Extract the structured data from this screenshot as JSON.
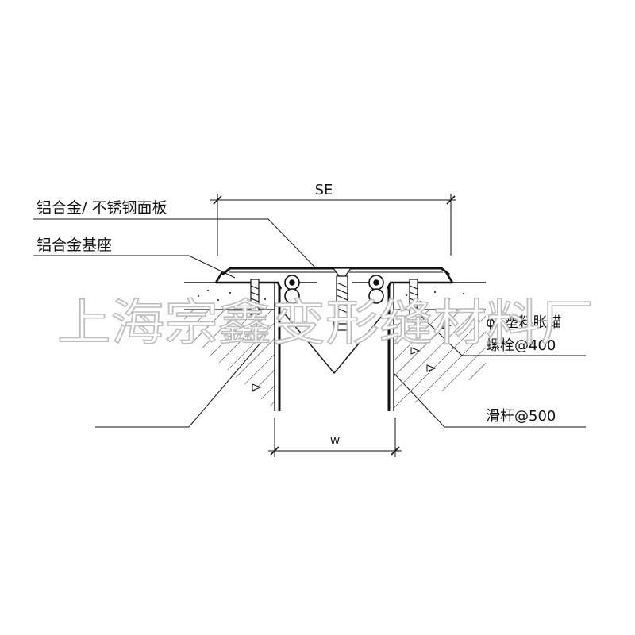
{
  "labels": {
    "cover_plate": "铝合金/ 不锈钢面板",
    "base": "铝合金基座",
    "anchor_line1": "φ6塑料胀锚",
    "anchor_line2": "螺栓@400",
    "slide_bar": "滑杆@500"
  },
  "dimensions": {
    "top": "SE",
    "bottom": "W"
  },
  "watermark": "上海宗鑫变形缝材料厂",
  "colors": {
    "line": "#111111",
    "watermark_outline": "#bdbdbd",
    "background": "#ffffff"
  }
}
